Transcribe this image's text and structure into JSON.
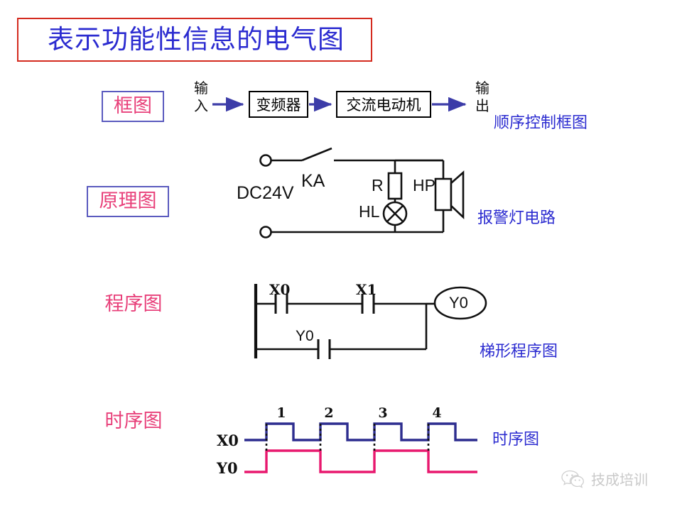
{
  "title": {
    "text": "表示功能性信息的电气图",
    "text_color": "#2b2bd0",
    "border_color": "#d42b1f"
  },
  "theme": {
    "label_pink": "#e8407a",
    "label_border_blue": "#5b5bbf",
    "caption_blue": "#2b2bd0",
    "wire_black": "#000000",
    "arrow_blue": "#3c3ca8",
    "wave_x0_blue": "#2d2d8f",
    "wave_y0_pink": "#e8186e"
  },
  "rows": [
    {
      "category_label": "框图",
      "boxed": true,
      "caption": "顺序控制框图"
    },
    {
      "category_label": "原理图",
      "boxed": true,
      "caption": "报警灯电路"
    },
    {
      "category_label": "程序图",
      "boxed": false,
      "caption": "梯形程序图"
    },
    {
      "category_label": "时序图",
      "boxed": false,
      "caption": "时序图"
    }
  ],
  "block_diagram": {
    "input_label": "输入",
    "output_label": "输出",
    "blocks": [
      {
        "label": "变频器"
      },
      {
        "label": "交流电动机"
      }
    ]
  },
  "circuit_diagram": {
    "supply_label": "DC24V",
    "switch_label": "KA",
    "resistor_label": "R",
    "lamp_label": "HL",
    "speaker_label": "HP"
  },
  "ladder_diagram": {
    "rung1": [
      {
        "label": "X0",
        "type": "contact"
      },
      {
        "label": "X1",
        "type": "contact"
      }
    ],
    "rung2": [
      {
        "label": "Y0",
        "type": "contact"
      }
    ],
    "coil": {
      "label": "Y0",
      "type": "coil"
    }
  },
  "timing_diagram": {
    "signals": [
      {
        "label": "X0",
        "color": "#2d2d8f"
      },
      {
        "label": "Y0",
        "color": "#e8186e"
      }
    ],
    "pulse_numbers": [
      "1",
      "2",
      "3",
      "4"
    ],
    "x0_waveform": [
      0,
      1,
      0,
      1,
      0,
      1,
      0,
      1,
      0
    ],
    "y0_waveform": [
      0,
      1,
      1,
      0,
      0,
      1,
      1,
      0,
      0
    ]
  },
  "footer": {
    "brand_text": "技成培训",
    "logo_icon": "wechat-icon"
  }
}
